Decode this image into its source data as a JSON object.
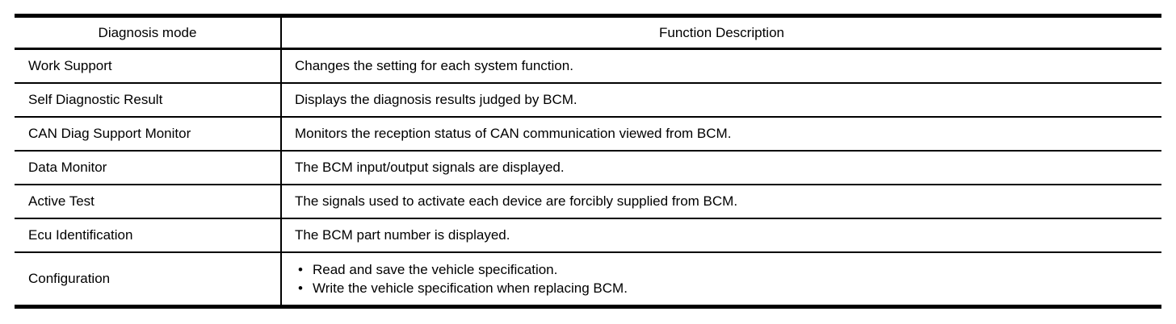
{
  "table": {
    "columns": [
      {
        "label": "Diagnosis mode"
      },
      {
        "label": "Function Description"
      }
    ],
    "rows": [
      {
        "mode": "Work Support",
        "description": "Changes the setting for each system function."
      },
      {
        "mode": "Self Diagnostic Result",
        "description": "Displays the diagnosis results judged by BCM."
      },
      {
        "mode": "CAN Diag Support Monitor",
        "description": "Monitors the reception status of CAN communication viewed from BCM."
      },
      {
        "mode": "Data Monitor",
        "description": "The BCM input/output signals are displayed."
      },
      {
        "mode": "Active Test",
        "description": "The signals used to activate each device are forcibly supplied from BCM."
      },
      {
        "mode": "Ecu Identification",
        "description": "The BCM part number is displayed."
      },
      {
        "mode": "Configuration",
        "description_bullets": [
          "Read and save the vehicle specification.",
          "Write the vehicle specification when replacing BCM."
        ]
      }
    ],
    "colors": {
      "border": "#000000",
      "text": "#000000",
      "background": "#ffffff"
    }
  }
}
